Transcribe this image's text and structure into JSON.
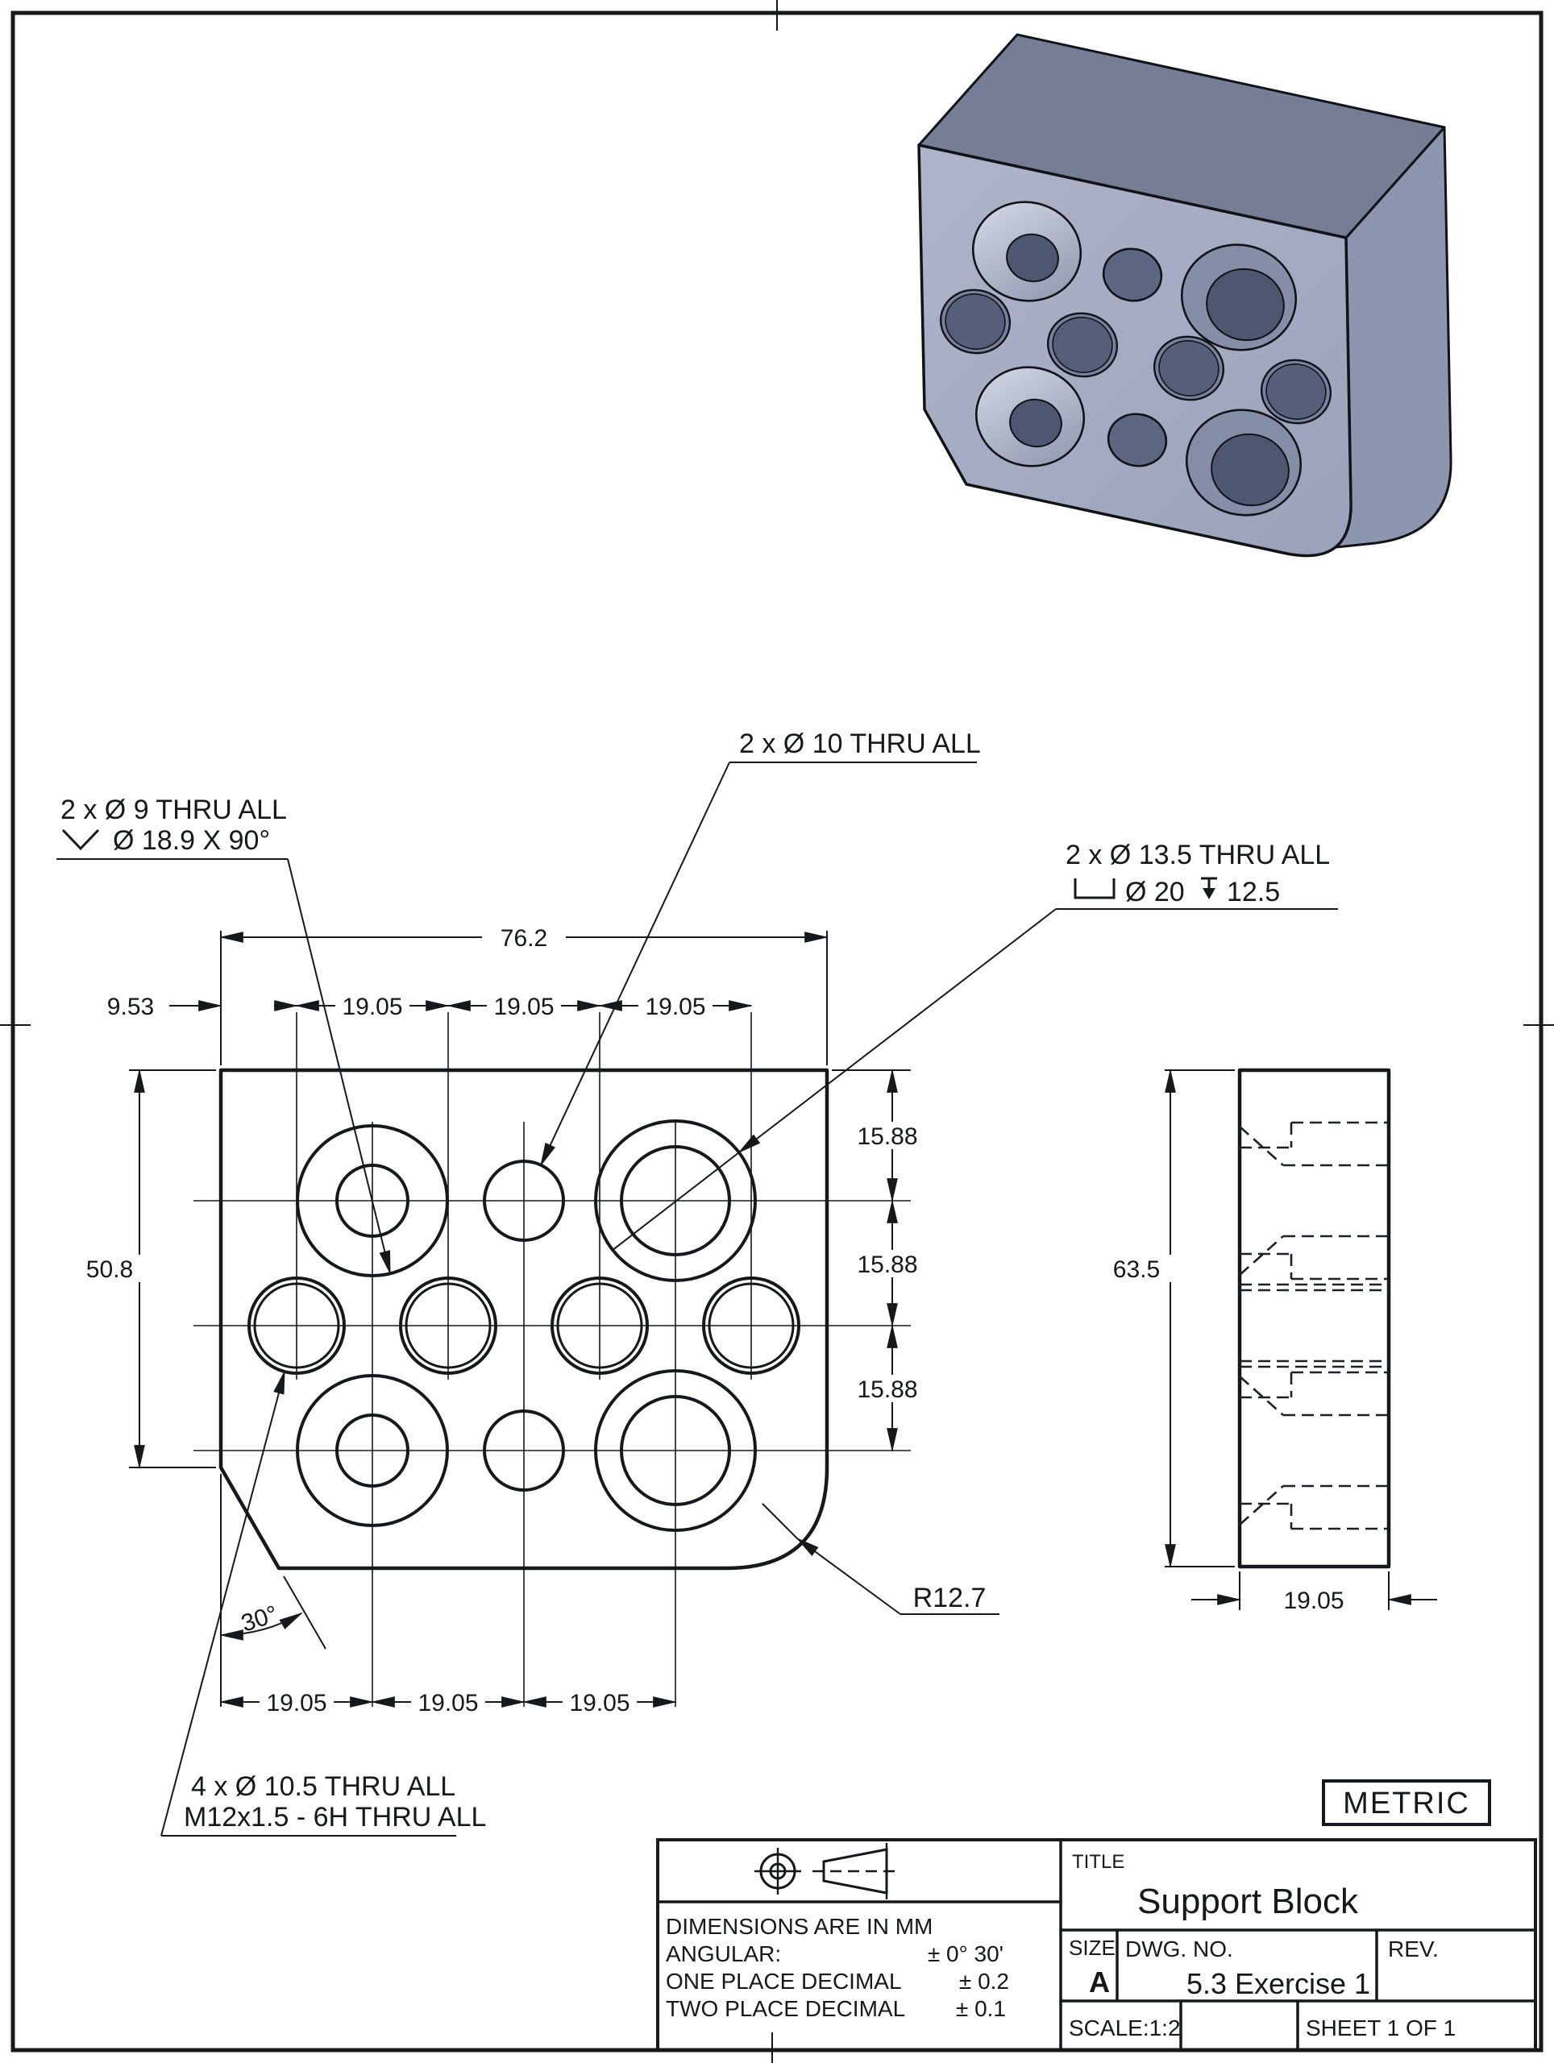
{
  "meta": {
    "standard": "METRIC"
  },
  "callouts": {
    "countersink": {
      "line1": "2 x Ø 9 THRU ALL",
      "line2": "Ø 18.9 X 90°"
    },
    "drill10": {
      "line1": "2 x Ø 10 THRU ALL"
    },
    "counterbore": {
      "line1": "2 x Ø 13.5 THRU ALL",
      "dia": "Ø 20",
      "depth": "12.5"
    },
    "tapped": {
      "line1": "4 x Ø 10.5 THRU ALL",
      "line2": "M12x1.5 - 6H THRU ALL"
    }
  },
  "dimensions": {
    "overall_width": "76.2",
    "top": [
      "9.53",
      "19.05",
      "19.05",
      "19.05"
    ],
    "row_pitch": [
      "15.88",
      "15.88",
      "15.88"
    ],
    "height_left": "50.8",
    "bottom": [
      "19.05",
      "19.05",
      "19.05"
    ],
    "corner_angle": "30°",
    "corner_radius": "R12.7",
    "side_height": "63.5",
    "side_thickness": "19.05"
  },
  "title_block": {
    "title_label": "TITLE",
    "title": "Support Block",
    "size_label": "SIZE",
    "size": "A",
    "dwg_label": "DWG.  NO.",
    "dwg_no": "5.3 Exercise 1",
    "rev_label": "REV.",
    "scale": "SCALE:1:2",
    "sheet": "SHEET 1 OF 1",
    "note1": "DIMENSIONS ARE IN MM",
    "note2": "ANGULAR:",
    "note3": "ONE PLACE DECIMAL",
    "note4": "TWO PLACE DECIMAL",
    "tol_angular": "± 0° 30'",
    "tol_one": "± 0.2",
    "tol_two": "± 0.1"
  }
}
